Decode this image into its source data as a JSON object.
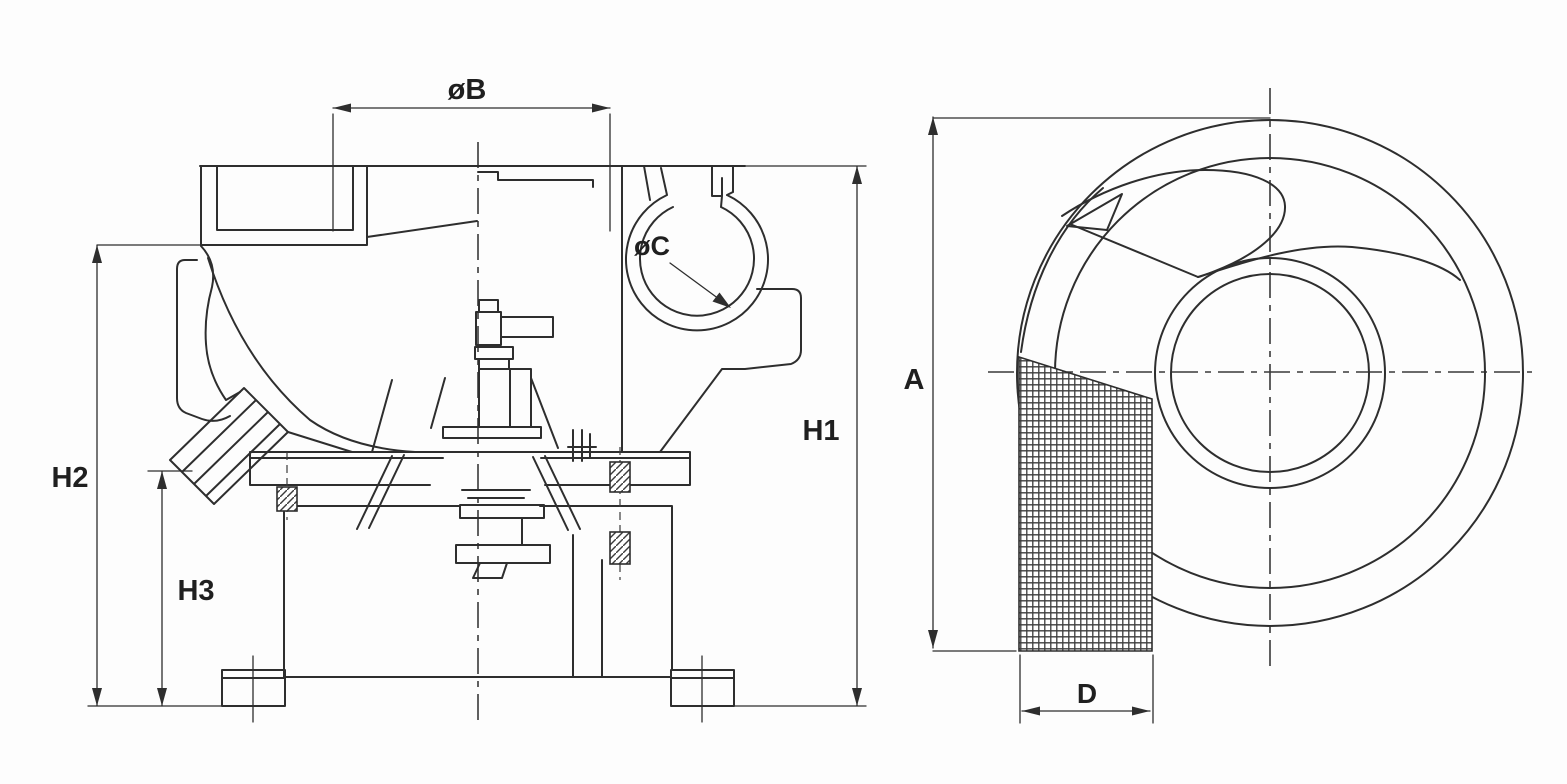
{
  "drawing": {
    "background": "#fdfdfd",
    "line_color": "#2e2e2e",
    "side_view": {
      "dims": {
        "b": {
          "label": "øB"
        },
        "c": {
          "label": "øC"
        },
        "h1": {
          "label": "H1"
        },
        "h2": {
          "label": "H2"
        },
        "h3": {
          "label": "H3"
        }
      }
    },
    "top_view": {
      "dims": {
        "a": {
          "label": "A"
        },
        "d": {
          "label": "D"
        }
      }
    }
  }
}
